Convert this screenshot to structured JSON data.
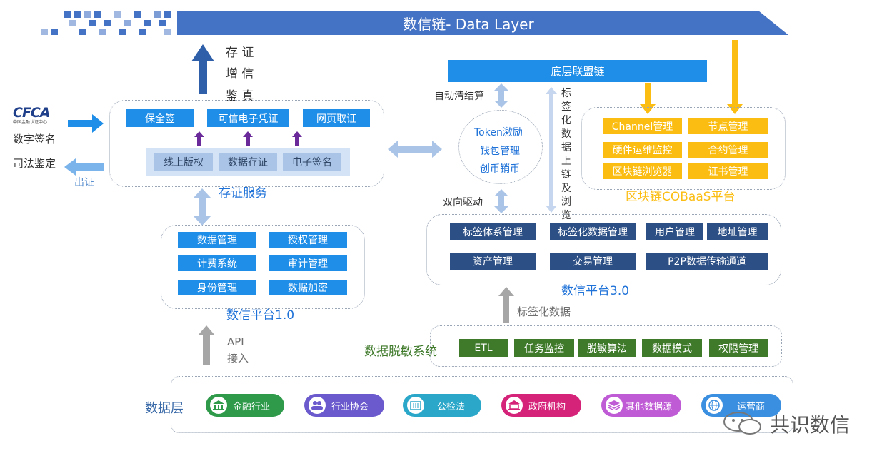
{
  "banner": {
    "title": "数信链- Data Layer"
  },
  "top_left": {
    "labels": [
      "存 证",
      "增 信",
      "鉴 真"
    ]
  },
  "cfca": {
    "logo_text": "CFCA",
    "logo_sub": "中国金融认证中心",
    "digital_signature": "数字签名",
    "judicial": "司法鉴定",
    "issue": "出证"
  },
  "cunzheng": {
    "top_items": [
      "保全签",
      "可信电子凭证",
      "网页取证"
    ],
    "bottom_items": [
      "线上版权",
      "数据存证",
      "电子签名"
    ],
    "title": "存证服务"
  },
  "platform1": {
    "items": [
      "数据管理",
      "授权管理",
      "计费系统",
      "审计管理",
      "身份管理",
      "数据加密"
    ],
    "title": "数信平台1.0"
  },
  "api": {
    "line1": "API",
    "line2": "接入"
  },
  "chain": {
    "title": "底层联盟链"
  },
  "token": {
    "auto_settle": "自动清结算",
    "two_way": "双向驱动",
    "lines": [
      "Token激励",
      "钱包管理",
      "创币销币"
    ]
  },
  "vertical_label": "标签化数据上链及浏览",
  "cobaas": {
    "items": [
      "Channel管理",
      "节点管理",
      "硬件运维监控",
      "合约管理",
      "区块链浏览器",
      "证书管理"
    ],
    "title": "区块链COBaaS平台"
  },
  "platform3": {
    "row1": [
      "标签体系管理",
      "标签化数据管理",
      "用户管理",
      "地址管理"
    ],
    "row2": [
      "资产管理",
      "交易管理",
      "P2P数据传输通道"
    ],
    "title": "数信平台3.0"
  },
  "tagged_data": "标签化数据",
  "desens": {
    "title": "数据脱敏系统",
    "items": [
      "ETL",
      "任务监控",
      "脱敏算法",
      "数据模式",
      "权限管理"
    ]
  },
  "datalayer": {
    "title": "数据层",
    "sources": [
      {
        "label": "金融行业",
        "icon": "bank-icon",
        "color": "#2e9a4a"
      },
      {
        "label": "行业协会",
        "icon": "people-icon",
        "color": "#6a5acd"
      },
      {
        "label": "公检法",
        "icon": "court-icon",
        "color": "#2aa7c9"
      },
      {
        "label": "政府机构",
        "icon": "government-icon",
        "color": "#d6237a"
      },
      {
        "label": "其他数据源",
        "icon": "layers-icon",
        "color": "#c05bd6"
      },
      {
        "label": "运营商",
        "icon": "globe-icon",
        "color": "#3b8fe0"
      }
    ]
  },
  "watermark": {
    "text": "共识数信"
  },
  "colors": {
    "primary_blue": "#1f8ee8",
    "navy": "#2c4f85",
    "green": "#3f7a2b",
    "yellow": "#fbbd12",
    "banner": "#4472c4"
  }
}
